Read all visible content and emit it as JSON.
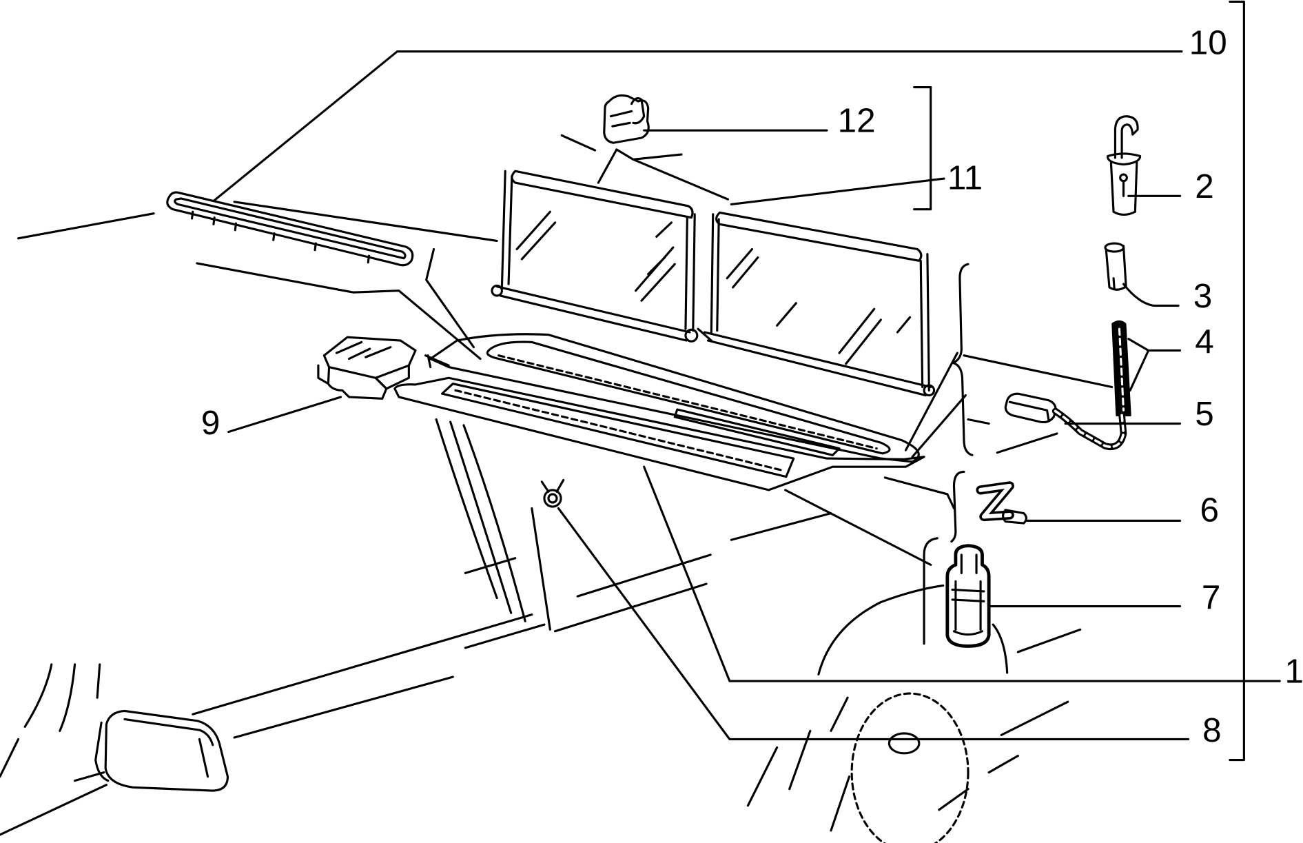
{
  "colors": {
    "background": "#ffffff",
    "line": "#000000"
  },
  "callouts": [
    "10",
    "12",
    "11",
    "2",
    "3",
    "4",
    "5",
    "6",
    "7",
    "1",
    "8",
    "9"
  ]
}
